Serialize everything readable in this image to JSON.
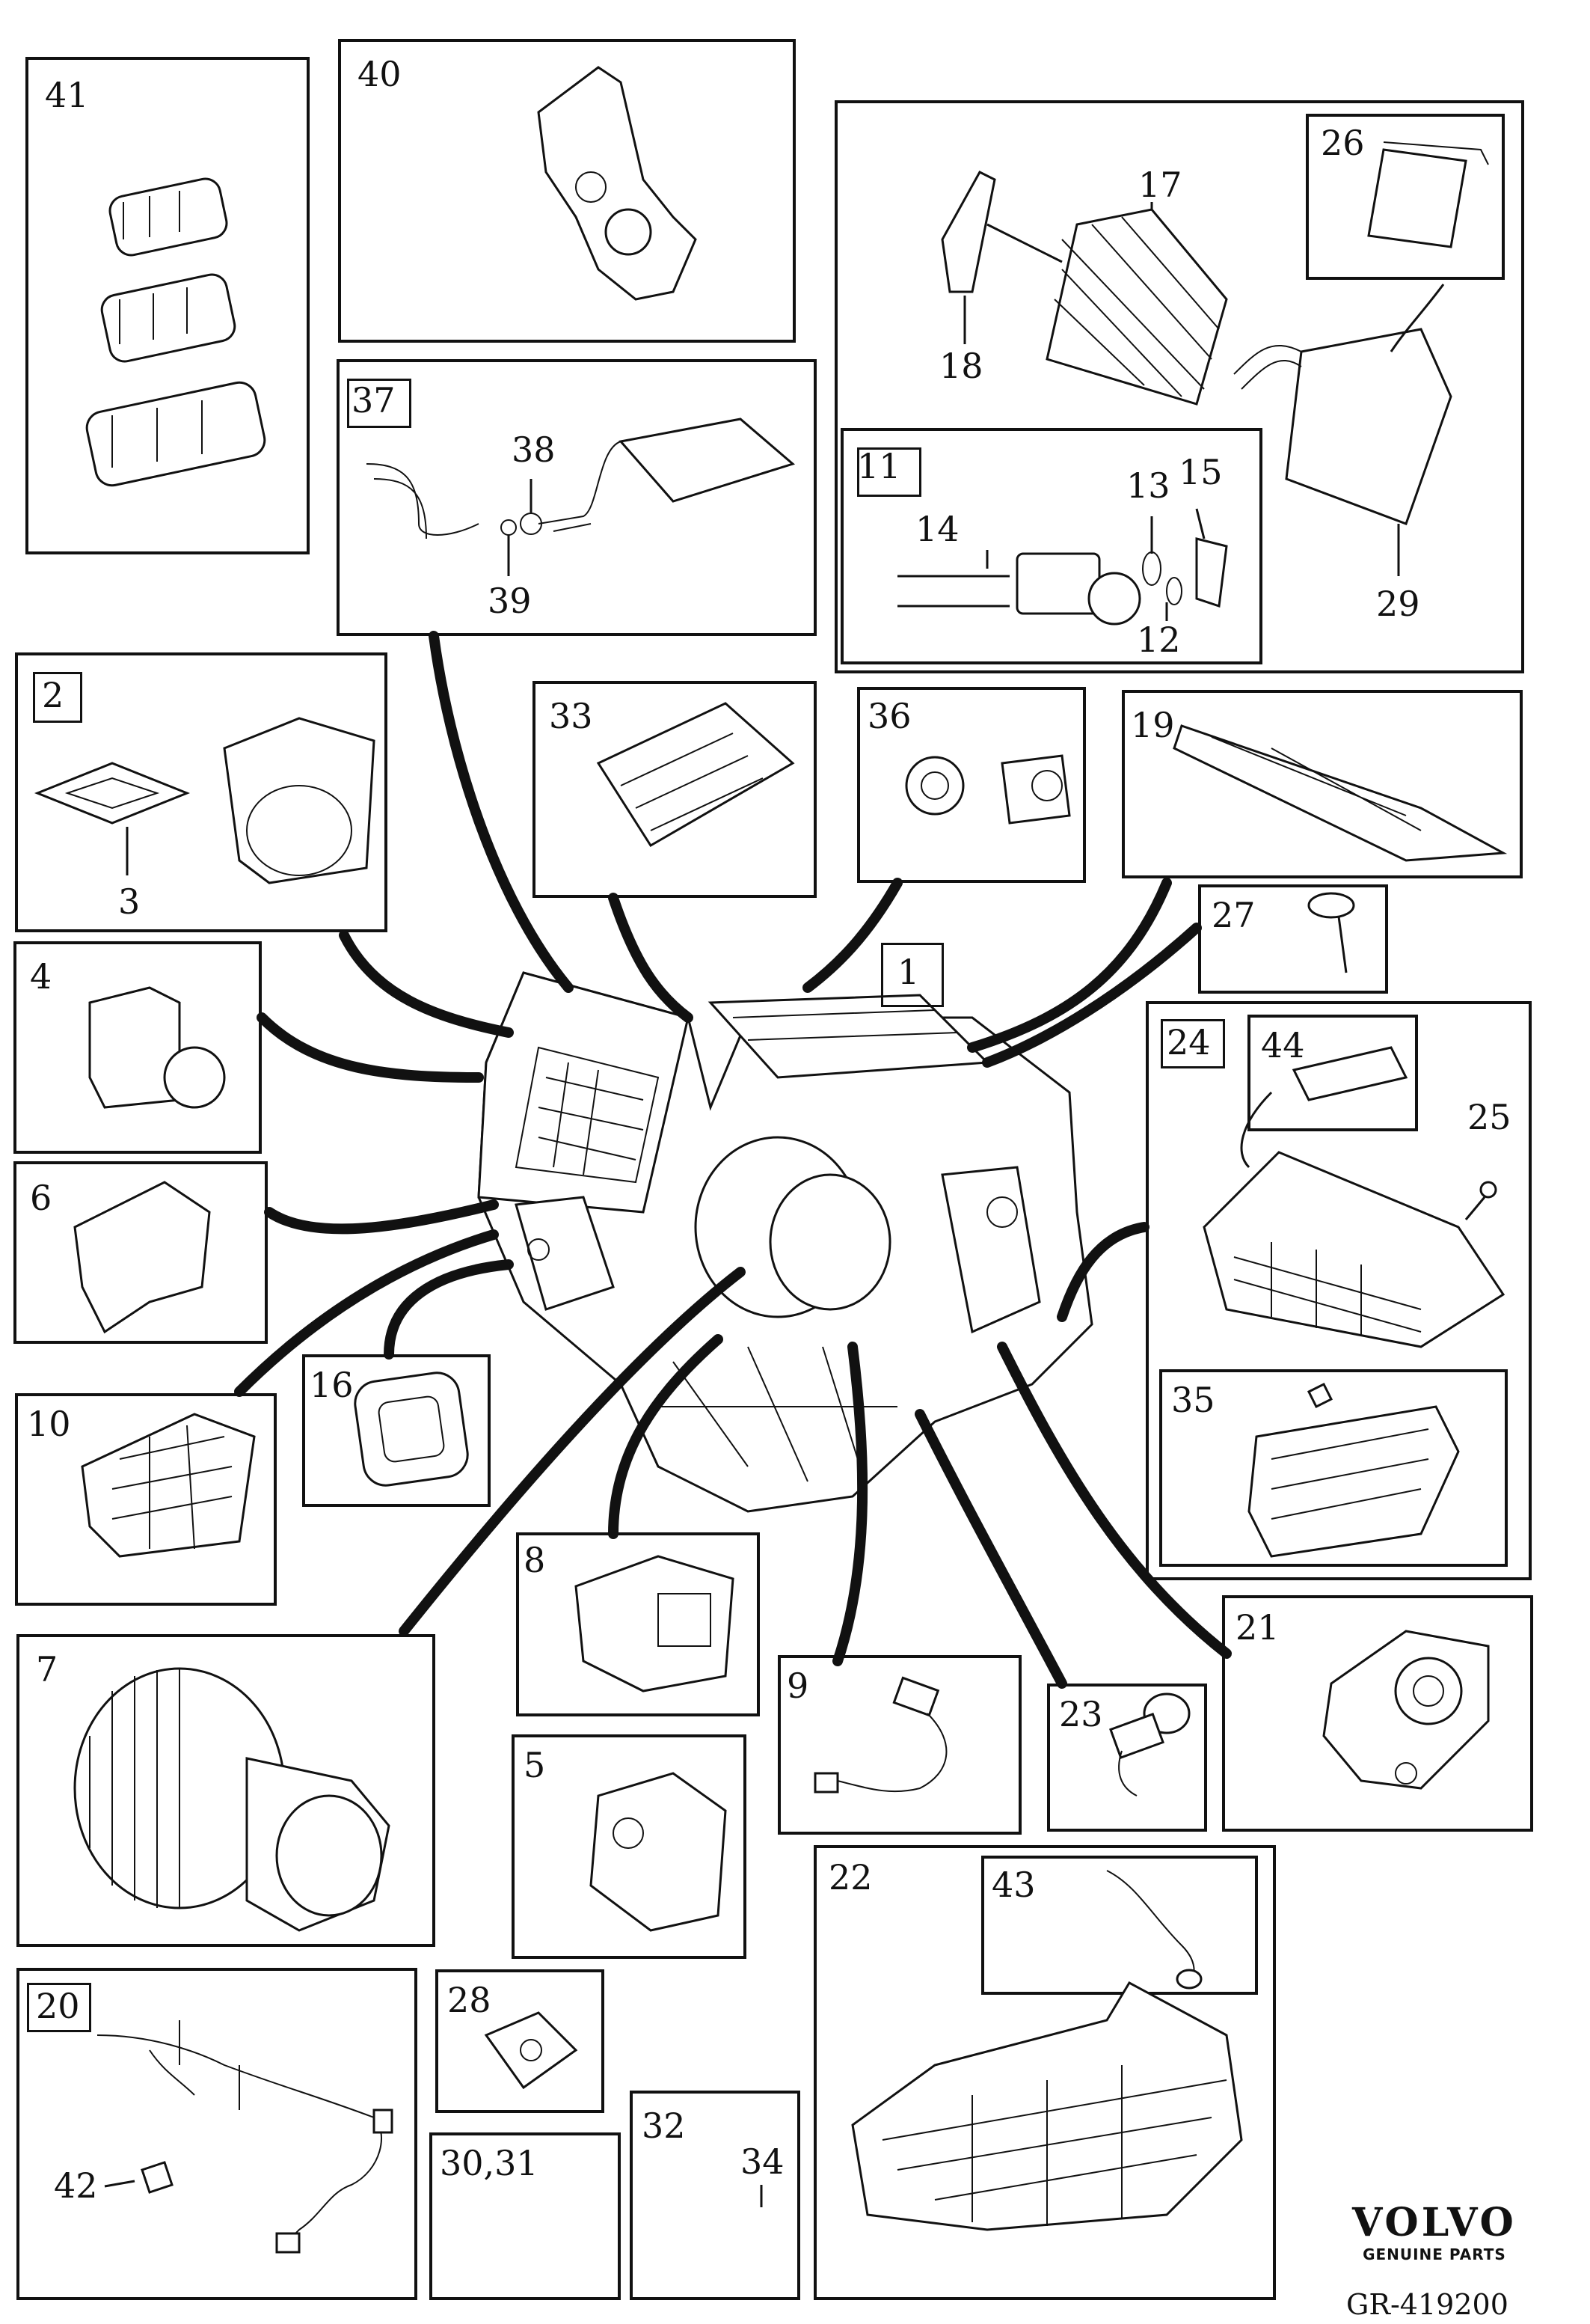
{
  "callouts": {
    "c1": "1",
    "c2": "2",
    "c3": "3",
    "c4": "4",
    "c5": "5",
    "c6": "6",
    "c7": "7",
    "c8": "8",
    "c9": "9",
    "c10": "10",
    "c11": "11",
    "c12": "12",
    "c13": "13",
    "c14": "14",
    "c15": "15",
    "c16": "16",
    "c17": "17",
    "c18": "18",
    "c19": "19",
    "c20": "20",
    "c21": "21",
    "c22": "22",
    "c23": "23",
    "c24": "24",
    "c25": "25",
    "c26": "26",
    "c27": "27",
    "c28": "28",
    "c29": "29",
    "c3031": "30,31",
    "c32": "32",
    "c33": "33",
    "c34": "34",
    "c35": "35",
    "c36": "36",
    "c37": "37",
    "c38": "38",
    "c39": "39",
    "c40": "40",
    "c41": "41",
    "c42": "42",
    "c43": "43",
    "c44": "44"
  },
  "brand": {
    "name": "VOLVO",
    "tagline": "GENUINE PARTS"
  },
  "diagram_code": "GR-419200",
  "colors": {
    "line": "#111111",
    "background": "#ffffff"
  }
}
